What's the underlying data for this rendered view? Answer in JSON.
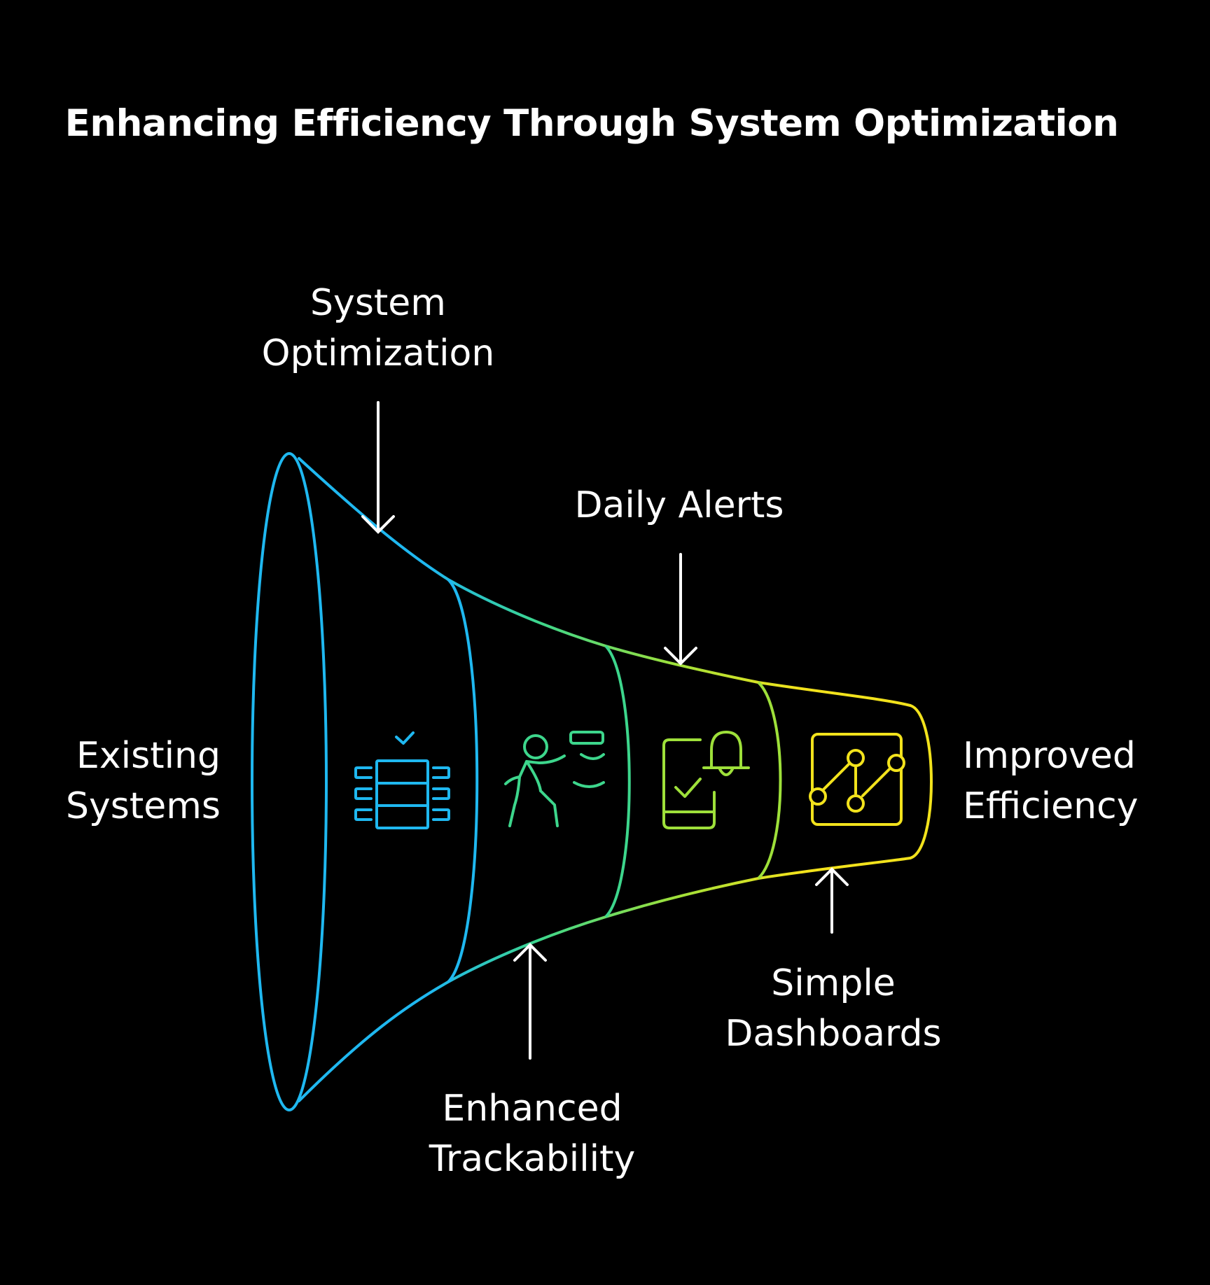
{
  "title": "Enhancing Efficiency Through System Optimization",
  "colors": {
    "background": "#000000",
    "text": "#ffffff",
    "stage1": "#1fb8f0",
    "stage2": "#3dd68c",
    "stage3": "#9ee03a",
    "stage4": "#f2e21c"
  },
  "labels": {
    "start": [
      "Existing",
      "Systems"
    ],
    "end": [
      "Improved",
      "Efficiency"
    ],
    "system_optimization": [
      "System",
      "Optimization"
    ],
    "daily_alerts": [
      "Daily Alerts"
    ],
    "enhanced_trackability": [
      "Enhanced",
      "Trackability"
    ],
    "simple_dashboards": [
      "Simple",
      "Dashboards"
    ]
  },
  "icons": [
    {
      "name": "database-check-icon",
      "color": "#1fb8f0"
    },
    {
      "name": "running-person-icon",
      "color": "#3dd68c"
    },
    {
      "name": "phone-bell-icon",
      "color": "#9ee03a"
    },
    {
      "name": "line-chart-icon",
      "color": "#f2e21c"
    }
  ]
}
